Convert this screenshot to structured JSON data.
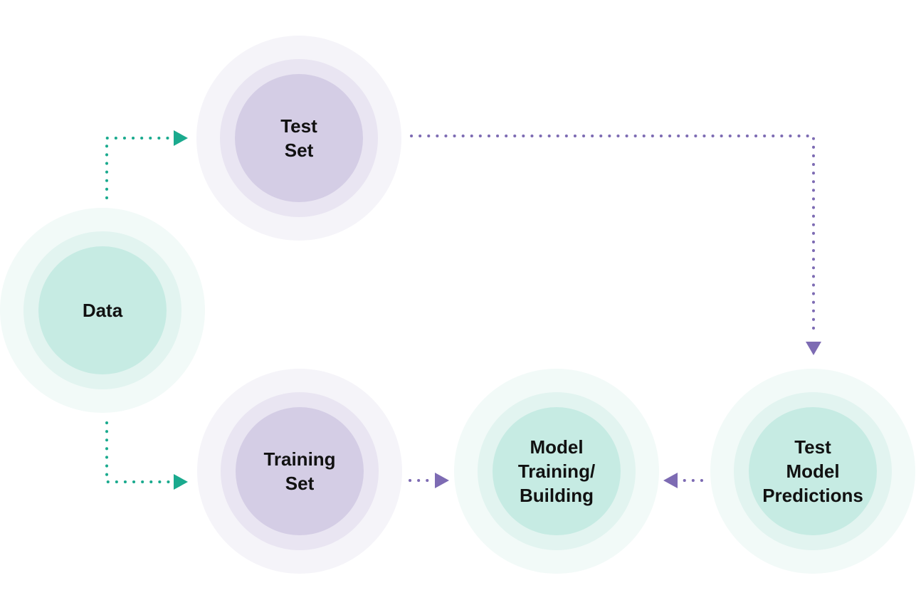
{
  "theme": {
    "green_outer": "#f2faf8",
    "green_mid": "#e2f4f0",
    "green_inner": "#c6ebe3",
    "purple_outer": "#f5f4f9",
    "purple_mid": "#e9e5f2",
    "purple_inner": "#d4cde5",
    "green_arrow": "#1aaa8e",
    "purple_arrow": "#7d6bb3"
  },
  "nodes": {
    "data": {
      "label": "Data"
    },
    "test_set": {
      "label": "Test\nSet"
    },
    "training_set": {
      "label": "Training\nSet"
    },
    "model_training": {
      "label": "Model\nTraining/\nBuilding"
    },
    "test_predictions": {
      "label": "Test\nModel\nPredictions"
    }
  }
}
